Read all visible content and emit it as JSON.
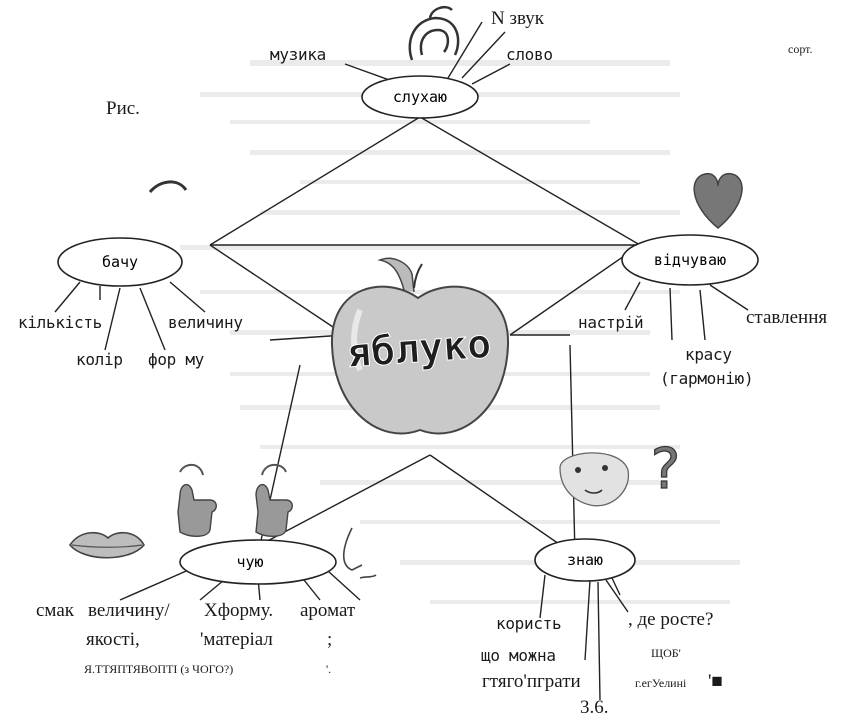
{
  "center": {
    "label": "яблуко"
  },
  "nodes": {
    "hear": "слухаю",
    "see": "бачу",
    "feel": "відчуваю",
    "taste": "чую",
    "know": "знаю"
  },
  "hear_branches": {
    "music": "музика",
    "sound": "N звук",
    "word": "слово"
  },
  "see_branches": {
    "quantity": "кількість",
    "color": "колір",
    "shape": "фор му",
    "size": "величину"
  },
  "feel_branches": {
    "mood": "настрій",
    "beauty": "красу",
    "harmony": "(гармонію)",
    "attitude": "ставлення"
  },
  "taste_branches": {
    "taste": "смак",
    "size": "величину/",
    "form": "Хформу.",
    "aroma": "аромат",
    "quality": "якості,",
    "material": "'матеріал",
    "semicolon1": ";",
    "semicolon2": ";",
    "from_what": "Я.ТТЯПТЯВОПТІ (з ЧОГО?)",
    "apostrophe": "'."
  },
  "know_branches": {
    "benefit": "користь",
    "where": ", де росте?",
    "can": "що можна",
    "play": "гтяго'пграти",
    "why": "ЩОБ'",
    "green": "г.егУелині",
    "mark": "'■"
  },
  "misc": {
    "fig_prefix": "Рис.",
    "sort": "сорт.",
    "fig_number": "3.6.",
    "question": "?"
  },
  "colors": {
    "line": "#222222",
    "apple_red": "#c9c9c9",
    "apple_text": "#1e1e1e",
    "heart": "#777777",
    "leaf": "#b5b5b5",
    "noise": "#e4e4e4"
  }
}
